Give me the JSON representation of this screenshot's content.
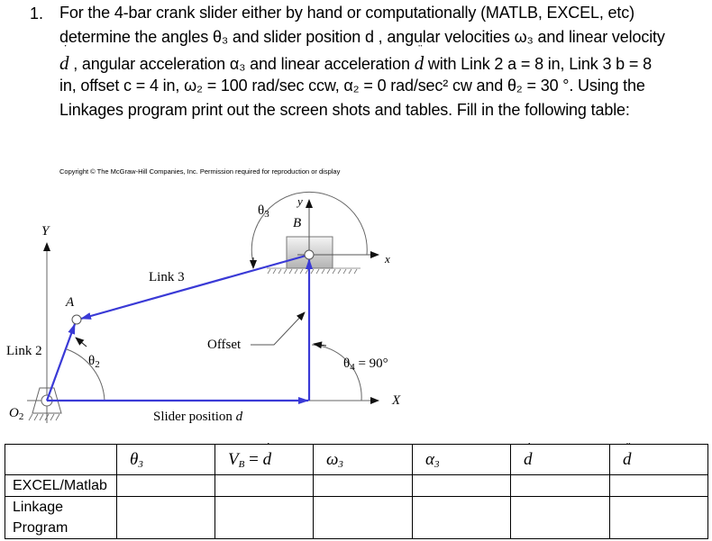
{
  "problem": {
    "number": "1.",
    "lines": [
      "For the 4-bar crank slider either by hand or computationally (MATLB, EXCEL, etc)",
      "determine the angles θ₃  and slider position d , angular velocities ω₃ and linear velocity",
      " , angular acceleration α₃ and linear acceleration    with Link 2 a = 8 in, Link 3  b = 8",
      "in, offset c = 4 in, ω₂ = 100 rad/sec ccw, α₂ = 0 rad/sec² cw and θ₂ = 30 °. Using the",
      "Linkages program print out the  screen shots and tables. Fill in the following table:"
    ],
    "line3_parts": {
      "d_dot": "d",
      "part1": " , angular acceleration α₃ and linear acceleration ",
      "d_ddot": "d",
      "part2": "  with Link 2 a = 8 in, Link 3  b = 8"
    },
    "givens": {
      "link2_a": "8 in",
      "link3_b": "8 in",
      "offset_c": "4 in",
      "omega2": "100 rad/sec ccw",
      "alpha2": "0 rad/sec² cw",
      "theta2": "30 °"
    }
  },
  "diagram": {
    "copyright": "Copyright © The McGraw-Hill Companies, Inc. Permission required for reproduction or display",
    "labels": {
      "Y": "Y",
      "A": "A",
      "link2": "Link 2",
      "link3": "Link 3",
      "theta2": "θ",
      "theta2_sub": "2",
      "O2": "O",
      "O2_sub": "2",
      "theta3": "θ",
      "theta3_sub": "3",
      "y_local": "y",
      "B": "B",
      "x_local": "x",
      "offset": "Offset",
      "theta4": "θ",
      "theta4_sub": "4",
      "theta4_val": " = 90°",
      "X": "X",
      "slider_position": "Slider position ",
      "slider_d": "d"
    },
    "colors": {
      "link": "#3a3ad6",
      "axis": "#555555",
      "slider_fill_top": "#f2f2f2",
      "slider_fill_bottom": "#b8b8b8"
    }
  },
  "table": {
    "headers": [
      "",
      "θ",
      "V",
      "ω",
      "α",
      "d",
      "d"
    ],
    "header_parts": {
      "theta3": {
        "sym": "θ",
        "sub": "3"
      },
      "vb": {
        "sym": "V",
        "sub": "B",
        "eq": " = ",
        "rhs": "d"
      },
      "omega3": {
        "sym": "ω",
        "sub": "3"
      },
      "alpha3": {
        "sym": "α",
        "sub": "3"
      },
      "d_dot": {
        "sym": "d"
      },
      "d_ddot": {
        "sym": "d"
      }
    },
    "rows": [
      {
        "label": "EXCEL/Matlab",
        "cells": [
          "",
          "",
          "",
          "",
          "",
          ""
        ]
      },
      {
        "label_line1": "Linkage",
        "label_line2": "Program",
        "cells": [
          "",
          "",
          "",
          "",
          "",
          ""
        ]
      }
    ]
  }
}
